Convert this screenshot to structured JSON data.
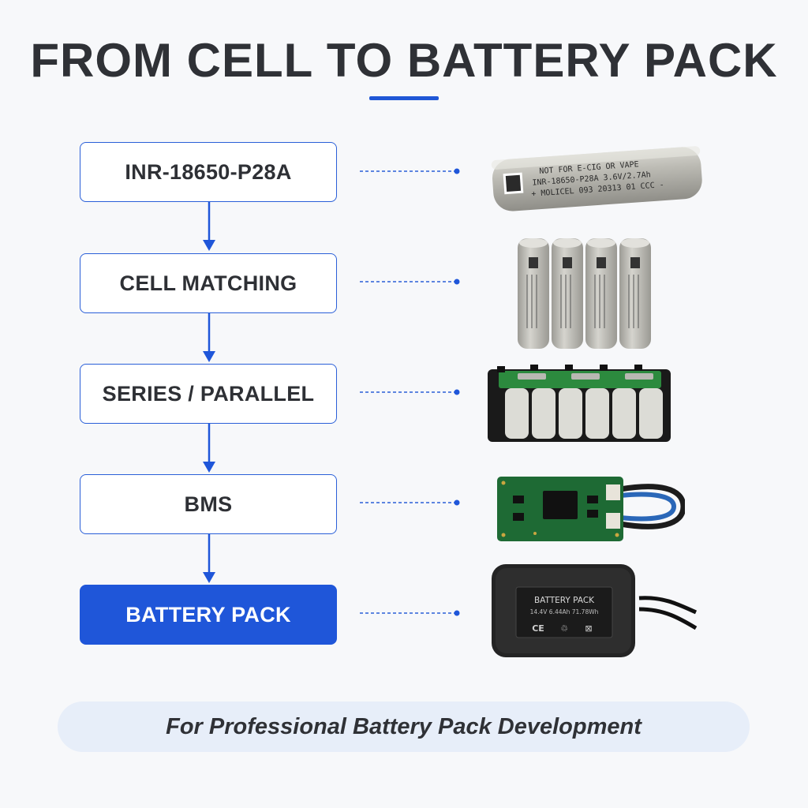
{
  "header": {
    "title": "FROM CELL TO BATTERY PACK"
  },
  "steps": [
    {
      "label": "INR-18650-P28A",
      "illustration": "single-cell-icon"
    },
    {
      "label": "CELL MATCHING",
      "illustration": "matched-cells-icon"
    },
    {
      "label": "SERIES / PARALLEL",
      "illustration": "cell-module-icon"
    },
    {
      "label": "BMS",
      "illustration": "bms-board-icon"
    },
    {
      "label": "BATTERY PACK",
      "illustration": "battery-pack-icon"
    }
  ],
  "cell_print": {
    "line1": "NOT FOR E-CIG OR VAPE",
    "line2": "INR-18650-P28A 3.6V/2.7Ah",
    "line3": "+ MOLICEL 093 20313 01 CCC -"
  },
  "pack_label": {
    "title": "BATTERY PACK",
    "specs": "14.4V 6.44Ah 71.78Wh",
    "marks": [
      "CE",
      "♲",
      "⊠"
    ]
  },
  "footer": {
    "text": "For Professional Battery Pack Development"
  },
  "colors": {
    "accent": "#1f56d9",
    "text": "#2f3136",
    "background": "#f7f8fa",
    "footer_bg": "#e7eef9"
  }
}
